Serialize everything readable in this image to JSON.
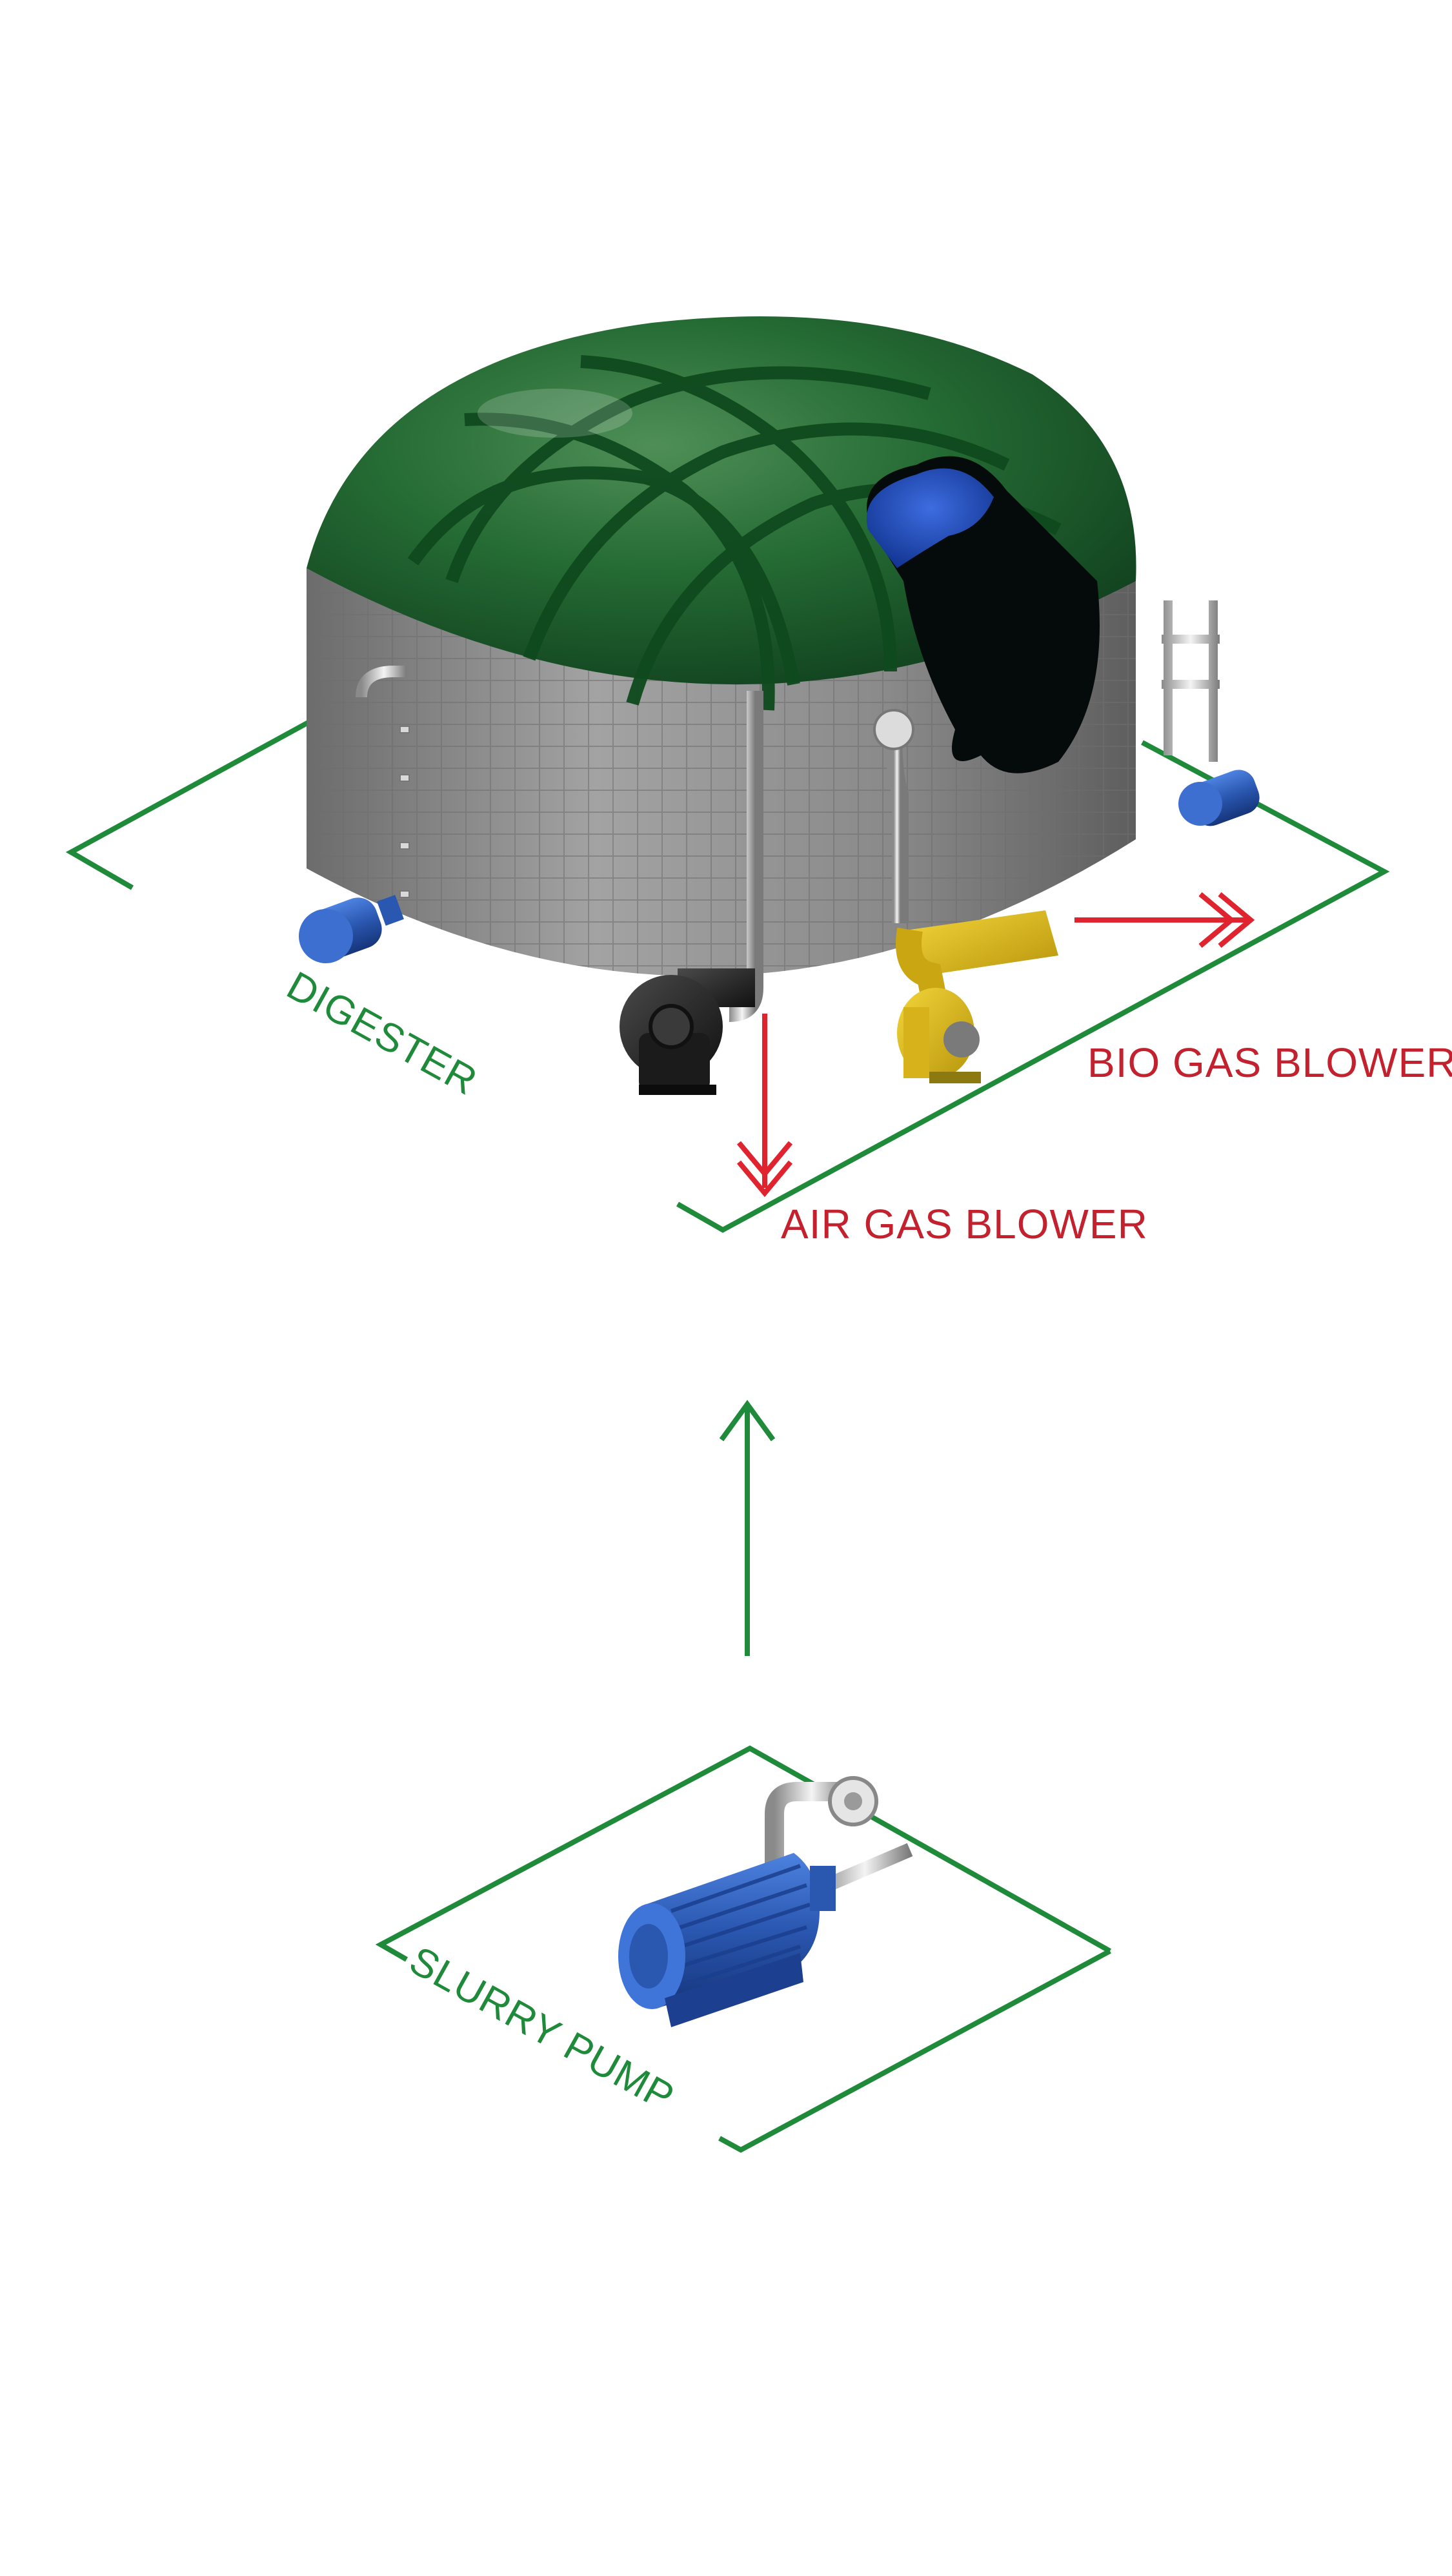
{
  "labels": {
    "digester": "DIGESTER",
    "air_gas_blower": "AIR GAS BLOWER",
    "bio_gas_blower": "BIO GAS BLOWER",
    "slurry_pump": "SLURRY PUMP"
  },
  "colors": {
    "zone_outline": "#1f8a3a",
    "gas_flow": "#e0242f",
    "gas_label": "#c3212e",
    "dome": "#1c5a2a",
    "tank_wall": "#8c8c8c",
    "pump_motor": "#2f5fb8",
    "bio_gas_blower": "#e2c11c",
    "air_gas_blower": "#2a2a2a"
  },
  "icons": {
    "digester": "digester-tank-icon",
    "air_gas_blower": "blower-icon",
    "bio_gas_blower": "blower-icon",
    "slurry_pump": "pump-motor-icon"
  }
}
